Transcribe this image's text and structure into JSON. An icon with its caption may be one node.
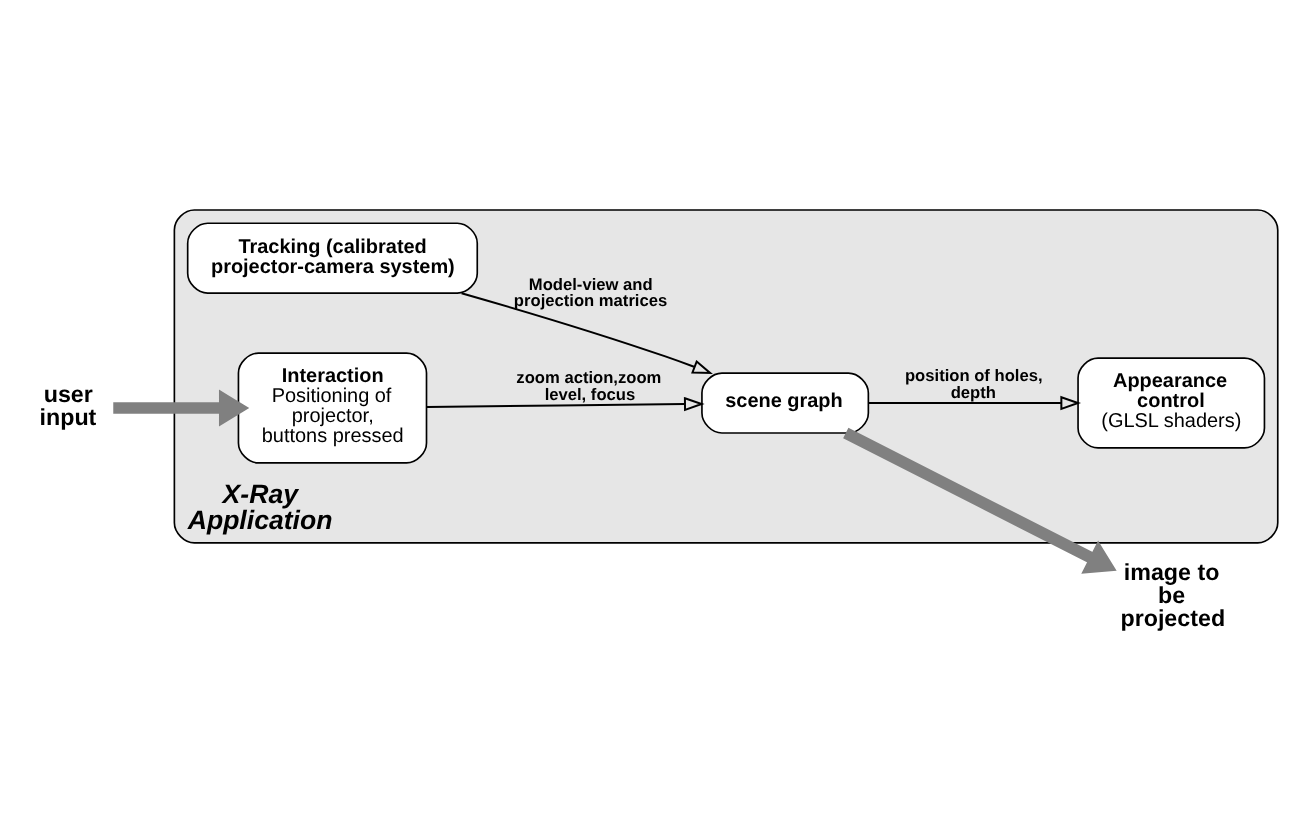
{
  "diagram": {
    "nodes": [
      {
        "text": [
          "X-Ray Application"
        ]
      },
      {
        "text": [
          "Tracking (calibrated projector-camera system)"
        ],
        "in": 0
      },
      {
        "text": [
          "Interaction",
          "Positioning of projector, buttons pressed"
        ],
        "in": 0
      },
      {
        "text": [
          "scene graph"
        ],
        "in": 0
      },
      {
        "text": [
          "Appearance control",
          "(GLSL shaders)"
        ],
        "in": 0
      },
      {
        "text": [
          "user input"
        ]
      },
      {
        "text": [
          "image to be projected"
        ]
      }
    ],
    "edges": [
      {
        "from": 5,
        "to": 2,
        "arrow": "to",
        "style": "thick",
        "color": "#808080"
      },
      {
        "from": 1,
        "to": 3,
        "arrow": "to",
        "label": "Model-view and projection matrices"
      },
      {
        "from": 2,
        "to": 3,
        "arrow": "to",
        "label": "zoom action,zoom level, focus"
      },
      {
        "from": 3,
        "to": 4,
        "arrow": "to",
        "label": "position of holes, depth"
      },
      {
        "from": 3,
        "to": 6,
        "arrow": "to",
        "style": "thick",
        "color": "#808080"
      }
    ]
  }
}
